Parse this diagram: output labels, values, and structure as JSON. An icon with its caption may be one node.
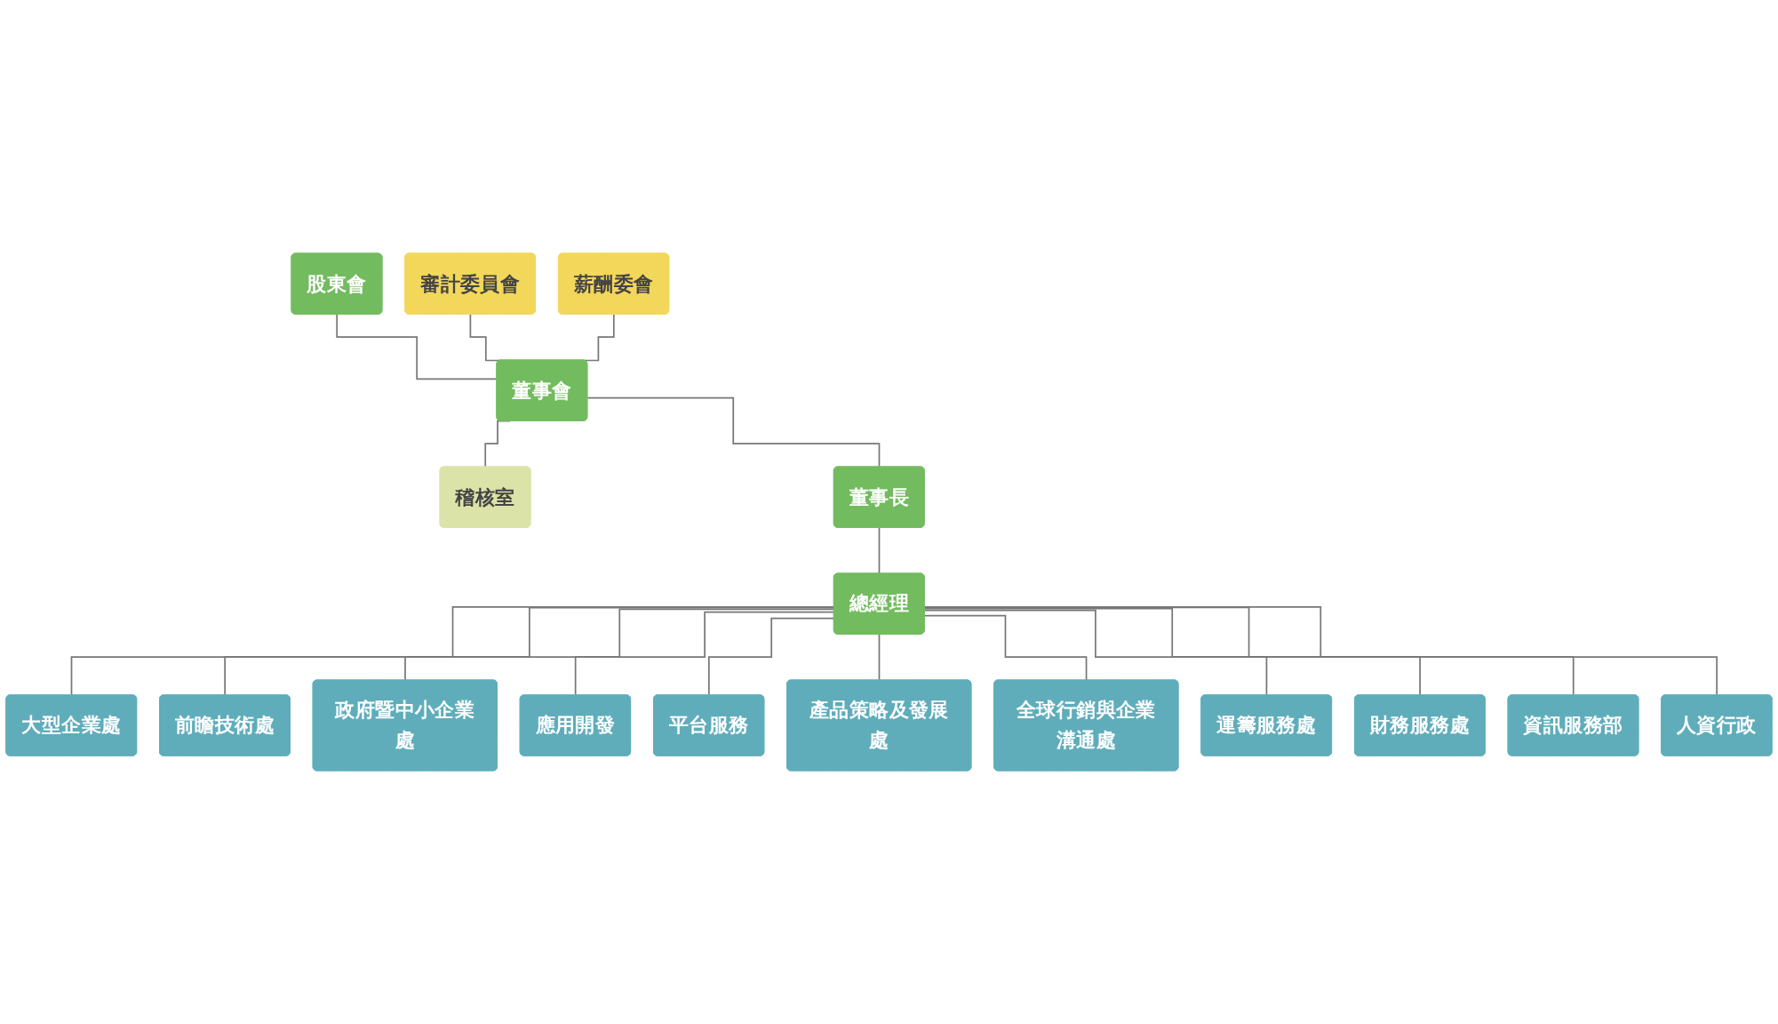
{
  "diagram": {
    "nodes": [
      {
        "text": [
          "股東會"
        ]
      },
      {
        "text": [
          "審計委員會"
        ]
      },
      {
        "text": [
          "薪酬委會"
        ]
      },
      {
        "text": [
          "董事會"
        ]
      },
      {
        "text": [
          "稽核室"
        ]
      },
      {
        "text": [
          "董事長"
        ]
      },
      {
        "text": [
          "總經理"
        ]
      },
      {
        "text": [
          "大型企業處"
        ]
      },
      {
        "text": [
          "前瞻技術處"
        ]
      },
      {
        "text": [
          "政府暨中小企業處"
        ]
      },
      {
        "text": [
          "應用開發"
        ]
      },
      {
        "text": [
          "平台服務"
        ]
      },
      {
        "text": [
          "產品策略及發展處"
        ]
      },
      {
        "text": [
          "全球行銷與企業溝通處"
        ]
      },
      {
        "text": [
          "運籌服務處"
        ]
      },
      {
        "text": [
          "財務服務處"
        ]
      },
      {
        "text": [
          "資訊服務部"
        ]
      },
      {
        "text": [
          "人資行政"
        ]
      }
    ],
    "edges": [
      {
        "from": 0,
        "to": 3,
        "arrow": "none"
      },
      {
        "from": 1,
        "to": 3,
        "arrow": "none"
      },
      {
        "from": 2,
        "to": 3,
        "arrow": "none"
      },
      {
        "from": 3,
        "to": 4,
        "arrow": "none"
      },
      {
        "from": 3,
        "to": 5,
        "arrow": "none"
      },
      {
        "from": 5,
        "to": 6,
        "arrow": "none"
      },
      {
        "from": 6,
        "to": 7,
        "arrow": "none"
      },
      {
        "from": 6,
        "to": 8,
        "arrow": "none"
      },
      {
        "from": 6,
        "to": 9,
        "arrow": "none"
      },
      {
        "from": 6,
        "to": 10,
        "arrow": "none"
      },
      {
        "from": 6,
        "to": 11,
        "arrow": "none"
      },
      {
        "from": 6,
        "to": 12,
        "arrow": "none"
      },
      {
        "from": 6,
        "to": 13,
        "arrow": "none"
      },
      {
        "from": 6,
        "to": 14,
        "arrow": "none"
      },
      {
        "from": 6,
        "to": 15,
        "arrow": "none"
      },
      {
        "from": 6,
        "to": 16,
        "arrow": "none"
      },
      {
        "from": 6,
        "to": 17,
        "arrow": "none"
      }
    ]
  }
}
